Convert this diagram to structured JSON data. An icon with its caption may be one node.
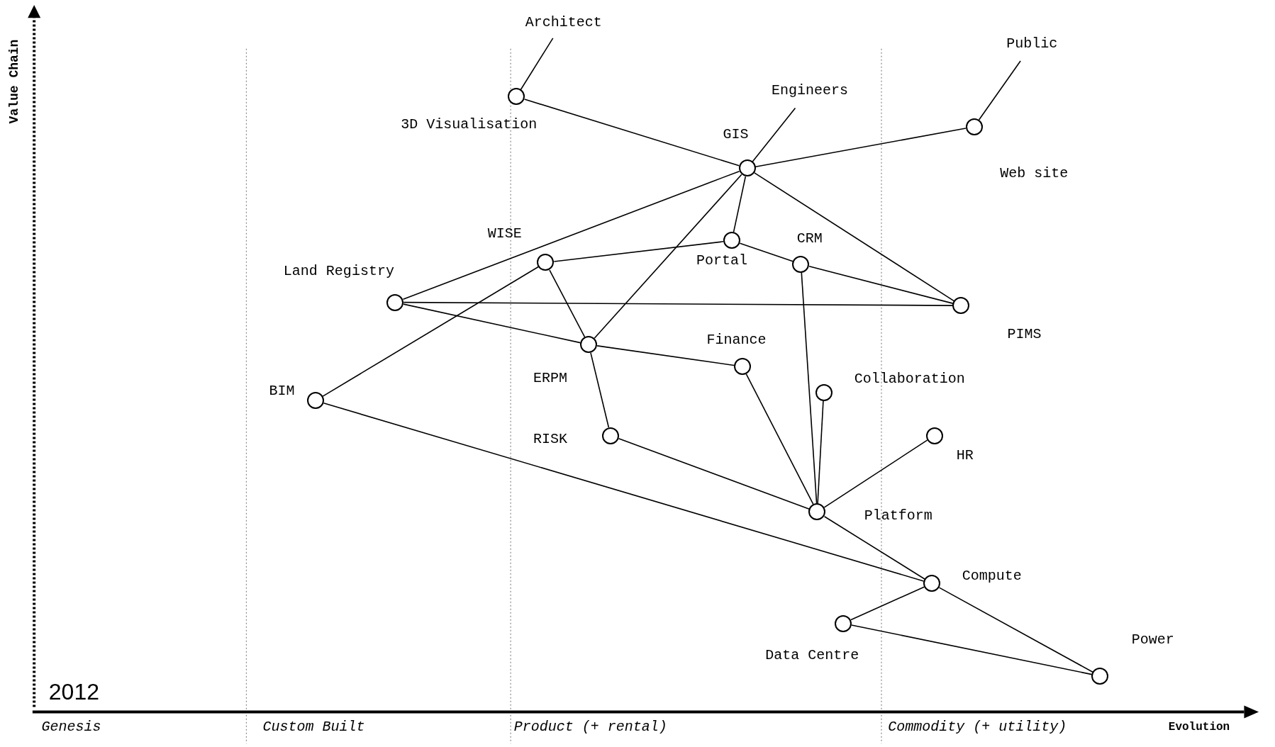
{
  "diagram": {
    "nodes": [
      {
        "text": [
          "Architect"
        ]
      },
      {
        "text": [
          "Engineers"
        ]
      },
      {
        "text": [
          "Public"
        ]
      },
      {
        "text": [],
        "shape": "circle",
        "beside": [
          "3D Visualisation"
        ]
      },
      {
        "text": [],
        "shape": "circle",
        "beside": [
          "GIS"
        ]
      },
      {
        "text": [],
        "shape": "circle",
        "beside": [
          "Web site"
        ]
      },
      {
        "text": [],
        "shape": "circle",
        "beside": [
          "WISE"
        ]
      },
      {
        "text": [],
        "shape": "circle",
        "beside": [
          "Portal"
        ]
      },
      {
        "text": [],
        "shape": "circle",
        "beside": [
          "CRM"
        ]
      },
      {
        "text": [],
        "shape": "circle",
        "beside": [
          "Land Registry"
        ]
      },
      {
        "text": [],
        "shape": "circle",
        "beside": [
          "PIMS"
        ]
      },
      {
        "text": [],
        "shape": "circle",
        "beside": [
          "ERPM"
        ]
      },
      {
        "text": [],
        "shape": "circle",
        "beside": [
          "Finance"
        ]
      },
      {
        "text": [],
        "shape": "circle",
        "beside": [
          "BIM"
        ]
      },
      {
        "text": [],
        "shape": "circle",
        "beside": [
          "Collaboration"
        ]
      },
      {
        "text": [],
        "shape": "circle",
        "beside": [
          "RISK"
        ]
      },
      {
        "text": [],
        "shape": "circle",
        "beside": [
          "HR"
        ]
      },
      {
        "text": [],
        "shape": "circle",
        "beside": [
          "Platform"
        ]
      },
      {
        "text": [],
        "shape": "circle",
        "beside": [
          "Compute"
        ]
      },
      {
        "text": [],
        "shape": "circle",
        "beside": [
          "Data Centre"
        ]
      },
      {
        "text": [],
        "shape": "circle",
        "beside": [
          "Power"
        ]
      }
    ],
    "edges": [
      {
        "from": 0,
        "to": 3,
        "arrow": "none"
      },
      {
        "from": 1,
        "to": 4,
        "arrow": "none"
      },
      {
        "from": 2,
        "to": 5,
        "arrow": "none"
      },
      {
        "from": 3,
        "to": 4,
        "arrow": "none"
      },
      {
        "from": 4,
        "to": 5,
        "arrow": "none"
      },
      {
        "from": 4,
        "to": 9,
        "arrow": "none"
      },
      {
        "from": 4,
        "to": 11,
        "arrow": "none"
      },
      {
        "from": 4,
        "to": 7,
        "arrow": "none"
      },
      {
        "from": 4,
        "to": 10,
        "arrow": "none"
      },
      {
        "from": 6,
        "to": 7,
        "arrow": "none"
      },
      {
        "from": 6,
        "to": 13,
        "arrow": "none"
      },
      {
        "from": 6,
        "to": 11,
        "arrow": "none"
      },
      {
        "from": 7,
        "to": 8,
        "arrow": "none"
      },
      {
        "from": 8,
        "to": 10,
        "arrow": "none"
      },
      {
        "from": 8,
        "to": 17,
        "arrow": "none"
      },
      {
        "from": 9,
        "to": 10,
        "arrow": "none"
      },
      {
        "from": 9,
        "to": 11,
        "arrow": "none"
      },
      {
        "from": 11,
        "to": 12,
        "arrow": "none"
      },
      {
        "from": 11,
        "to": 15,
        "arrow": "none"
      },
      {
        "from": 12,
        "to": 17,
        "arrow": "none"
      },
      {
        "from": 15,
        "to": 17,
        "arrow": "none"
      },
      {
        "from": 14,
        "to": 17,
        "arrow": "none"
      },
      {
        "from": 16,
        "to": 17,
        "arrow": "none"
      },
      {
        "from": 13,
        "to": 18,
        "arrow": "none"
      },
      {
        "from": 17,
        "to": 18,
        "arrow": "none"
      },
      {
        "from": 18,
        "to": 19,
        "arrow": "none"
      },
      {
        "from": 18,
        "to": 20,
        "arrow": "none"
      },
      {
        "from": 19,
        "to": 20,
        "arrow": "none"
      }
    ],
    "labels": [
      "Value Chain",
      "2012",
      "Genesis",
      "Custom Built",
      "Product (+ rental)",
      "Commodity (+ utility)",
      "Evolution"
    ]
  }
}
